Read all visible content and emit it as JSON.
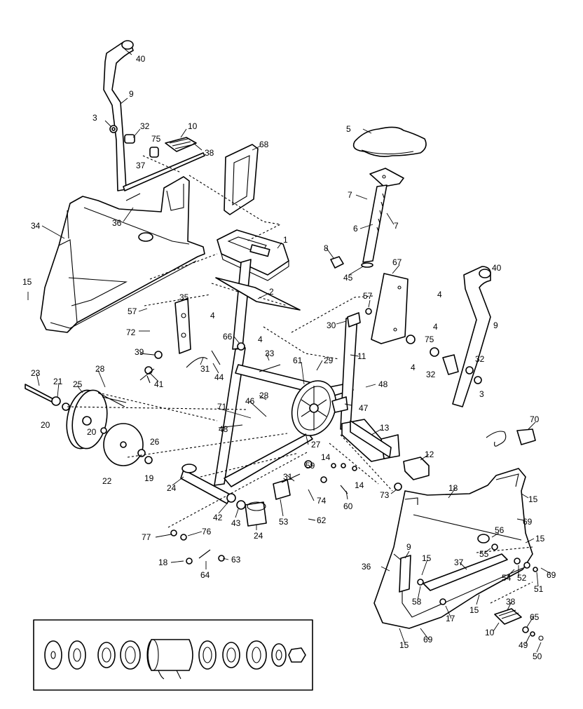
{
  "header": {
    "text": ""
  },
  "callouts": [
    {
      "id": "c40a",
      "label": "40"
    },
    {
      "id": "c9a",
      "label": "9"
    },
    {
      "id": "c3a",
      "label": "3"
    },
    {
      "id": "c32a",
      "label": "32"
    },
    {
      "id": "c10a",
      "label": "10"
    },
    {
      "id": "c75a",
      "label": "75"
    },
    {
      "id": "c38a",
      "label": "38"
    },
    {
      "id": "c37a",
      "label": "37"
    },
    {
      "id": "c68",
      "label": "68"
    },
    {
      "id": "c5",
      "label": "5"
    },
    {
      "id": "c7a",
      "label": "7"
    },
    {
      "id": "c7b",
      "label": "7"
    },
    {
      "id": "c6",
      "label": "6"
    },
    {
      "id": "c8",
      "label": "8"
    },
    {
      "id": "c45",
      "label": "45"
    },
    {
      "id": "c34",
      "label": "34"
    },
    {
      "id": "c36a",
      "label": "36"
    },
    {
      "id": "c1",
      "label": "1"
    },
    {
      "id": "c2",
      "label": "2"
    },
    {
      "id": "c15a",
      "label": "15"
    },
    {
      "id": "c57a",
      "label": "57"
    },
    {
      "id": "c35",
      "label": "35"
    },
    {
      "id": "c4a",
      "label": "4"
    },
    {
      "id": "c4b",
      "label": "4"
    },
    {
      "id": "c72",
      "label": "72"
    },
    {
      "id": "c39",
      "label": "39"
    },
    {
      "id": "c66",
      "label": "66"
    },
    {
      "id": "c33",
      "label": "33"
    },
    {
      "id": "c31a",
      "label": "31"
    },
    {
      "id": "c44",
      "label": "44"
    },
    {
      "id": "c41",
      "label": "41"
    },
    {
      "id": "c67",
      "label": "67"
    },
    {
      "id": "c57b",
      "label": "57"
    },
    {
      "id": "c4c",
      "label": "4"
    },
    {
      "id": "c4d",
      "label": "4"
    },
    {
      "id": "c4e",
      "label": "4"
    },
    {
      "id": "c75b",
      "label": "75"
    },
    {
      "id": "c32b",
      "label": "32"
    },
    {
      "id": "c40b",
      "label": "40"
    },
    {
      "id": "c9b",
      "label": "9"
    },
    {
      "id": "c32c",
      "label": "32"
    },
    {
      "id": "c3b",
      "label": "3"
    },
    {
      "id": "c30",
      "label": "30"
    },
    {
      "id": "c11",
      "label": "11"
    },
    {
      "id": "c29",
      "label": "29"
    },
    {
      "id": "c61",
      "label": "61"
    },
    {
      "id": "c48a",
      "label": "48"
    },
    {
      "id": "c47",
      "label": "47"
    },
    {
      "id": "c23",
      "label": "23"
    },
    {
      "id": "c21",
      "label": "21"
    },
    {
      "id": "c25",
      "label": "25"
    },
    {
      "id": "c28a",
      "label": "28"
    },
    {
      "id": "c28b",
      "label": "28"
    },
    {
      "id": "c20a",
      "label": "20"
    },
    {
      "id": "c20b",
      "label": "20"
    },
    {
      "id": "c71",
      "label": "71"
    },
    {
      "id": "c46",
      "label": "46"
    },
    {
      "id": "c48b",
      "label": "48"
    },
    {
      "id": "c26",
      "label": "26"
    },
    {
      "id": "c22",
      "label": "22"
    },
    {
      "id": "c19",
      "label": "19"
    },
    {
      "id": "c27",
      "label": "27"
    },
    {
      "id": "c13",
      "label": "13"
    },
    {
      "id": "c70",
      "label": "70"
    },
    {
      "id": "c14a",
      "label": "14"
    },
    {
      "id": "c14b",
      "label": "14"
    },
    {
      "id": "c59",
      "label": "59"
    },
    {
      "id": "c12",
      "label": "12"
    },
    {
      "id": "c24a",
      "label": "24"
    },
    {
      "id": "c31b",
      "label": "31"
    },
    {
      "id": "c74",
      "label": "74"
    },
    {
      "id": "c60",
      "label": "60"
    },
    {
      "id": "c73",
      "label": "73"
    },
    {
      "id": "c42",
      "label": "42"
    },
    {
      "id": "c43",
      "label": "43"
    },
    {
      "id": "c24b",
      "label": "24"
    },
    {
      "id": "c53",
      "label": "53"
    },
    {
      "id": "c62",
      "label": "62"
    },
    {
      "id": "c77",
      "label": "77"
    },
    {
      "id": "c76",
      "label": "76"
    },
    {
      "id": "c18a",
      "label": "18"
    },
    {
      "id": "c64",
      "label": "64"
    },
    {
      "id": "c63",
      "label": "63"
    },
    {
      "id": "c18b",
      "label": "18"
    },
    {
      "id": "c15b",
      "label": "15"
    },
    {
      "id": "c69a",
      "label": "69"
    },
    {
      "id": "c56",
      "label": "56"
    },
    {
      "id": "c15c",
      "label": "15"
    },
    {
      "id": "c55",
      "label": "55"
    },
    {
      "id": "c9c",
      "label": "9"
    },
    {
      "id": "c36b",
      "label": "36"
    },
    {
      "id": "c15d",
      "label": "15"
    },
    {
      "id": "c37b",
      "label": "37"
    },
    {
      "id": "c52",
      "label": "52"
    },
    {
      "id": "c54",
      "label": "54"
    },
    {
      "id": "c69b",
      "label": "69"
    },
    {
      "id": "c51",
      "label": "51"
    },
    {
      "id": "c58",
      "label": "58"
    },
    {
      "id": "c15e",
      "label": "15"
    },
    {
      "id": "c17",
      "label": "17"
    },
    {
      "id": "c38b",
      "label": "38"
    },
    {
      "id": "c65",
      "label": "65"
    },
    {
      "id": "c10b",
      "label": "10"
    },
    {
      "id": "c49",
      "label": "49"
    },
    {
      "id": "c15f",
      "label": "15"
    },
    {
      "id": "c69c",
      "label": "69"
    },
    {
      "id": "c50",
      "label": "50"
    }
  ]
}
